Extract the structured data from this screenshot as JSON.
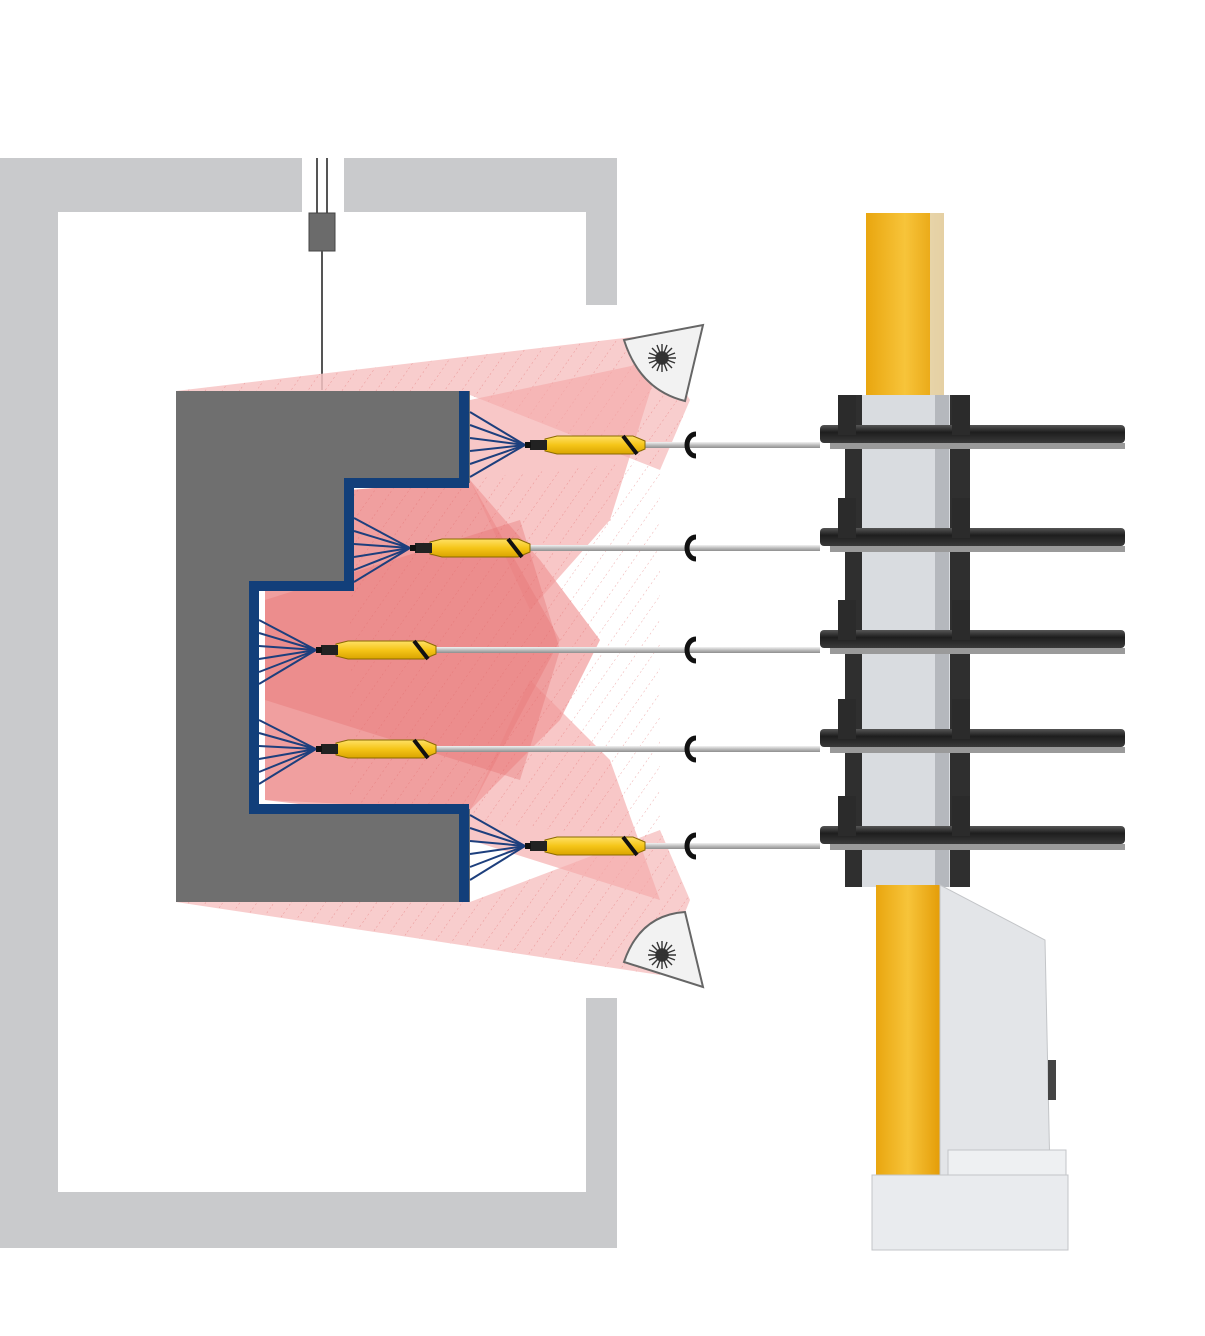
{
  "diagram": {
    "components": {
      "booth": "spray-booth-wall",
      "workpiece": "stepped-workpiece",
      "conveyor": "overhead-conveyor-hanger",
      "sensors": [
        "laser-scanner-top",
        "laser-scanner-bottom"
      ],
      "column": "vertical-lift-column",
      "guns": [
        "spray-gun-1",
        "spray-gun-2",
        "spray-gun-3",
        "spray-gun-4",
        "spray-gun-5"
      ]
    },
    "colors": {
      "booth_wall": "#c9cacc",
      "workpiece": "#6f6f6f",
      "workpiece_edge": "#123f7a",
      "spray_fan": "#1d3f7d",
      "scan_field": "#f4a9a9",
      "scan_overlap": "#ee7f7f",
      "gun_yellow": "#f5c518",
      "column_yellow": "#f4b81a",
      "arm_dark": "#2e2e2e",
      "column_grey": "#d9dce0"
    }
  }
}
